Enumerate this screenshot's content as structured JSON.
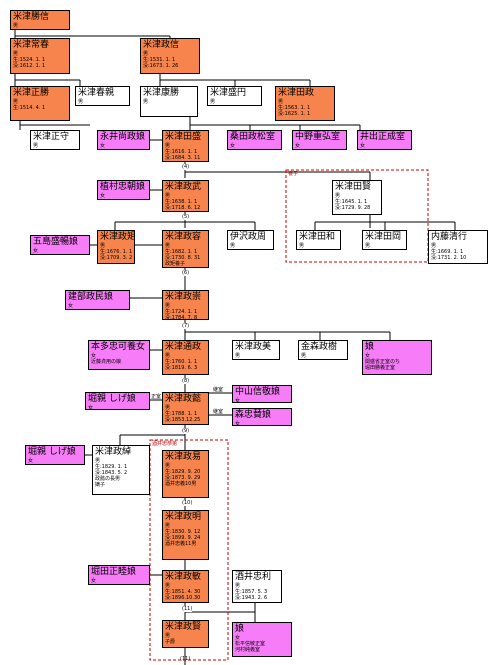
{
  "legend": {
    "adopted_a": "養子",
    "adopted_b": "酒井忠恭弟"
  },
  "labels": {
    "wife": "正室",
    "concubine_a": "継室",
    "concubine_b": "継室"
  },
  "generations": [
    "(4)",
    "(5)",
    "(6)",
    "(7)",
    "(8)",
    "(9)",
    "(10)",
    "(11)"
  ],
  "persons": {
    "tsunenobu": {
      "name": "米津勝信",
      "sex": "男",
      "details": []
    },
    "tsuneharu": {
      "name": "米津常春",
      "sex": "男",
      "details": [
        "生:1524. 1. 1",
        "没:1612. 1. 1"
      ]
    },
    "masanobu": {
      "name": "米津政信",
      "sex": "男",
      "details": [
        "生:1531. 1. 1",
        "没:1673. 1. 26"
      ]
    },
    "masakatsu": {
      "name": "米津正勝",
      "sex": "男",
      "details": [
        "生:1514. 4. 1"
      ]
    },
    "harumasa": {
      "name": "米津春親",
      "sex": "男",
      "details": []
    },
    "yasukatsu": {
      "name": "米津康勝",
      "sex": "男",
      "details": []
    },
    "morikado": {
      "name": "米津盛円",
      "sex": "男",
      "details": []
    },
    "tamasa": {
      "name": "米津田政",
      "sex": "男",
      "details": [
        "生:1563. 1. 1",
        "没:1625. 1. 1"
      ]
    },
    "masamori": {
      "name": "米津正守",
      "sex": "男",
      "details": []
    },
    "nagai": {
      "name": "永井尚政娘",
      "sex": "女",
      "details": []
    },
    "tamori": {
      "name": "米津田盛",
      "sex": "男",
      "details": [
        "生:1616. 1. 1",
        "没:1684. 3. 11"
      ]
    },
    "kuwada": {
      "name": "桑田政松室",
      "sex": "女",
      "details": []
    },
    "nakano": {
      "name": "中野重弘室",
      "sex": "女",
      "details": []
    },
    "ide": {
      "name": "井出正成室",
      "sex": "女",
      "details": []
    },
    "uemura": {
      "name": "植村忠朝娘",
      "sex": "女",
      "details": []
    },
    "masatake": {
      "name": "米津政武",
      "sex": "男",
      "details": [
        "生:1638. 1. 1",
        "没:1718. 6. 12"
      ]
    },
    "takata": {
      "name": "米津田賢",
      "sex": "男",
      "details": [
        "生:1645. 1. 1",
        "没:1729. 9. 28"
      ]
    },
    "takazu": {
      "name": "米津田和",
      "sex": "男",
      "details": []
    },
    "takaoka": {
      "name": "米津田岡",
      "sex": "男",
      "details": []
    },
    "naito": {
      "name": "内藤清行",
      "sex": "男",
      "details": [
        "生:1669. 1. 1",
        "没:1731. 2. 10"
      ]
    },
    "goshima": {
      "name": "五島盛暢娘",
      "sex": "女",
      "details": []
    },
    "masanori": {
      "name": "米津政矩",
      "sex": "男",
      "details": [
        "生:1676. 1. 1",
        "没:1709. 3. 2"
      ]
    },
    "masayasu": {
      "name": "米津政容",
      "sex": "男",
      "details": [
        "生:1682. 1. 1",
        "没:1730. 8. 31",
        "政矩養子"
      ]
    },
    "idamasa": {
      "name": "伊沢政周",
      "sex": "男",
      "details": []
    },
    "tatebe": {
      "name": "建部政民娘",
      "sex": "女",
      "details": []
    },
    "masataka": {
      "name": "米津政崇",
      "sex": "男",
      "details": [
        "生:1724. 1. 1",
        "没:1784. 7. 8"
      ]
    },
    "honda": {
      "name": "本多忠可養女",
      "sex": "女",
      "details": [
        "近藤貞用の娘"
      ]
    },
    "michimasa": {
      "name": "米津通政",
      "sex": "男",
      "details": [
        "生:1760. 1. 1",
        "没:1819. 6. 3"
      ]
    },
    "masayoshi": {
      "name": "米津政美",
      "sex": "男",
      "details": []
    },
    "kanamori": {
      "name": "金森政樹",
      "sex": "男",
      "details": []
    },
    "musume1": {
      "name": "娘",
      "sex": "女",
      "details": [
        "関盛省正室のち",
        "堀田勝義正室"
      ]
    },
    "hotta1": {
      "name": "堀親 しげ娘",
      "sex": "女",
      "details": []
    },
    "masakata": {
      "name": "米津政懿",
      "sex": "男",
      "details": [
        "生:1788. 1. 1",
        "没:1853.12.25"
      ]
    },
    "nakayama": {
      "name": "中山信敬娘",
      "sex": "女",
      "details": []
    },
    "mori": {
      "name": "森忠賛娘",
      "sex": "女",
      "details": []
    },
    "hotta2": {
      "name": "堀親 しげ娘",
      "sex": "女",
      "details": []
    },
    "masatoshi": {
      "name": "米津政綽",
      "sex": "男",
      "details": [
        "生:1829. 1. 1",
        "没:1843. 5. 2",
        "政懿の長男",
        "嫡子"
      ]
    },
    "masamasa": {
      "name": "米津政易",
      "sex": "男",
      "details": [
        "生:1829. 9. 20",
        "没:1873. 9. 29",
        "酒井忠義10男"
      ]
    },
    "masaaki": {
      "name": "米津政明",
      "sex": "男",
      "details": [
        "生:1830. 9. 12",
        "没:1899. 9. 24",
        "酒井忠義11男"
      ]
    },
    "hotta3": {
      "name": "堀田正睦娘",
      "sex": "女",
      "details": []
    },
    "masatoshi2": {
      "name": "米津政敏",
      "sex": "男",
      "details": [
        "生:1851. 4. 30",
        "没:1896.10.30"
      ]
    },
    "sakai": {
      "name": "酒井忠利",
      "sex": "男",
      "details": [
        "生:1857. 5. 3",
        "没:1943. 2. 6"
      ]
    },
    "masakata2": {
      "name": "米津政賢",
      "sex": "男",
      "details": [
        "子爵"
      ]
    },
    "musume2": {
      "name": "娘",
      "sex": "女",
      "details": [
        "松平信敏正室",
        "河村純義室"
      ]
    }
  }
}
